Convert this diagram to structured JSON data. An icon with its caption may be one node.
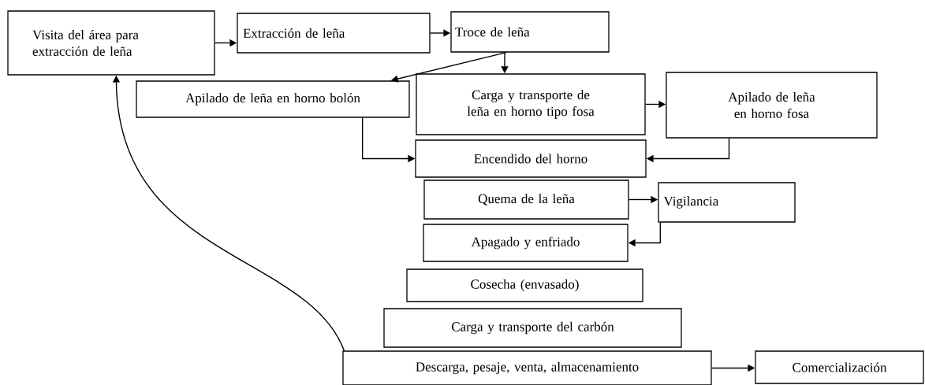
{
  "diagram": {
    "nodes": [
      {
        "text": [
          "Visita del área para extracción de leña"
        ]
      },
      {
        "text": [
          "Extracción de leña"
        ]
      },
      {
        "text": [
          "Troce de leña"
        ]
      },
      {
        "text": [
          "Apilado de leña en horno bolón"
        ]
      },
      {
        "text": [
          "Carga y transporte de leña en horno tipo fosa"
        ]
      },
      {
        "text": [
          "Apilado de leña en horno fosa"
        ]
      },
      {
        "text": [
          "Encendido del horno"
        ]
      },
      {
        "text": [
          "Quema de la leña"
        ]
      },
      {
        "text": [
          "Vigilancia"
        ]
      },
      {
        "text": [
          "Apagado y enfriado"
        ]
      },
      {
        "text": [
          "Cosecha (envasado)"
        ]
      },
      {
        "text": [
          "Carga y transporte del carbón"
        ]
      },
      {
        "text": [
          "Descarga, pesaje, venta, almacenamiento"
        ]
      },
      {
        "text": [
          "Comercialización"
        ]
      }
    ],
    "edges": [
      {
        "from": 0,
        "to": 1,
        "arrow": "to"
      },
      {
        "from": 1,
        "to": 2,
        "arrow": "to"
      },
      {
        "from": 2,
        "to": 3,
        "arrow": "to"
      },
      {
        "from": 2,
        "to": 4,
        "arrow": "to"
      },
      {
        "from": 3,
        "to": 6,
        "arrow": "to"
      },
      {
        "from": 4,
        "to": 5,
        "arrow": "to"
      },
      {
        "from": 5,
        "to": 6,
        "arrow": "to"
      },
      {
        "from": 7,
        "to": 8,
        "arrow": "to"
      },
      {
        "from": 8,
        "to": 9,
        "arrow": "to"
      },
      {
        "from": 12,
        "to": 13,
        "arrow": "to"
      },
      {
        "from": 12,
        "to": 0,
        "arrow": "to"
      }
    ]
  }
}
